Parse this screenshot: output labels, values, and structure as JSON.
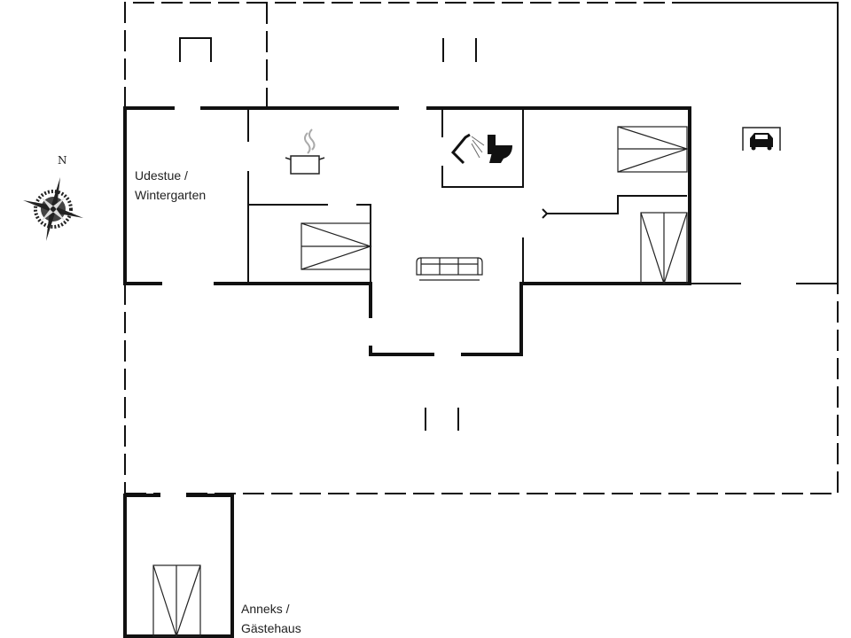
{
  "compass": {
    "north_label": "N",
    "icon": "compass-rose-icon"
  },
  "rooms": {
    "sunroom": {
      "line1": "Udestue /",
      "line2": "Wintergarten"
    },
    "annex": {
      "line1": "Anneks /",
      "line2": "Gästehaus"
    }
  },
  "icons": [
    "kitchen-pot-icon",
    "shower-icon",
    "toilet-icon",
    "sofa-icon",
    "bed-icon",
    "wardrobe-icon",
    "car-icon"
  ],
  "colors": {
    "wall": "#111111",
    "steam": "#aaaaaa"
  }
}
